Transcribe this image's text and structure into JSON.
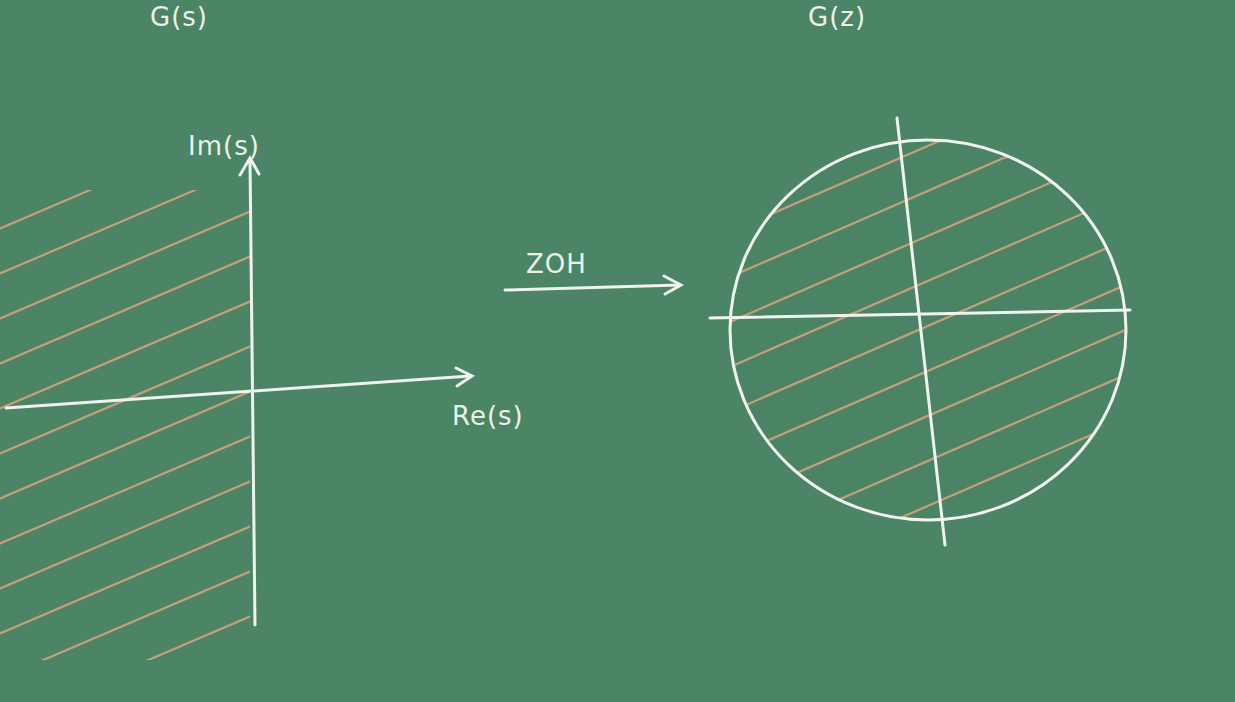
{
  "diagram": {
    "labels": [
      "G(s)",
      "G(z)",
      "Im(s)",
      "Re(s)",
      "ZOH"
    ]
  }
}
